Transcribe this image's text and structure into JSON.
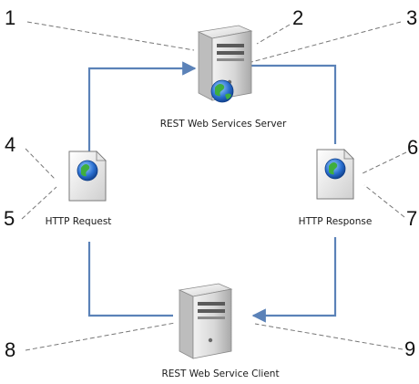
{
  "nodes": {
    "server_label": "REST Web Services Server",
    "client_label": "REST Web Service Client",
    "request_label": "HTTP Request",
    "response_label": "HTTP Response"
  },
  "callouts": [
    "1",
    "2",
    "3",
    "4",
    "5",
    "6",
    "7",
    "8",
    "9"
  ],
  "icons": {
    "server": "server-tower-icon",
    "globe": "globe-icon",
    "document": "web-document-icon",
    "client": "server-tower-icon"
  },
  "colors": {
    "flow_line": "#5b82b8",
    "leader_line": "#777777"
  }
}
